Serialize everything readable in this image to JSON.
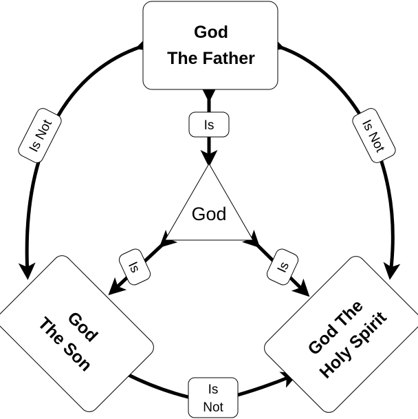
{
  "diagram": {
    "center": {
      "label": "God"
    },
    "nodes": {
      "father": {
        "line1": "God",
        "line2": "The Father"
      },
      "son": {
        "line1": "God",
        "line2": "The Son"
      },
      "spirit": {
        "line1": "God The",
        "line2": "Holy Spirit"
      }
    },
    "relations": {
      "is_father": "Is",
      "is_son": "Is",
      "is_spirit": "Is",
      "isnot_father_son": "Is Not",
      "isnot_father_spirit": "Is Not",
      "isnot_son_spirit_line1": "Is",
      "isnot_son_spirit_line2": "Not"
    },
    "colors": {
      "stroke": "#000000",
      "fill": "#ffffff"
    }
  }
}
